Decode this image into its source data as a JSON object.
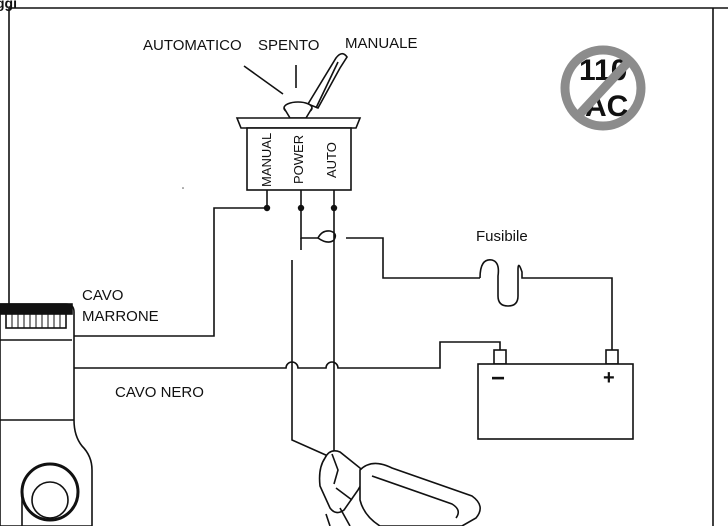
{
  "header": {
    "partial_title": "ggi"
  },
  "switch_positions": {
    "automatico": "AUTOMATICO",
    "spento": "SPENTO",
    "manuale": "MANUALE"
  },
  "terminals": {
    "manual": "MANUAL",
    "power": "POWER",
    "auto": "AUTO"
  },
  "wires": {
    "brown": [
      "CAVO",
      "MARRONE"
    ],
    "black": "CAVO NERO"
  },
  "fuse_label": "Fusibile",
  "battery": {
    "negative": "−",
    "positive": "+"
  },
  "prohibited_sign": {
    "line1": "110",
    "line2": "AC"
  }
}
